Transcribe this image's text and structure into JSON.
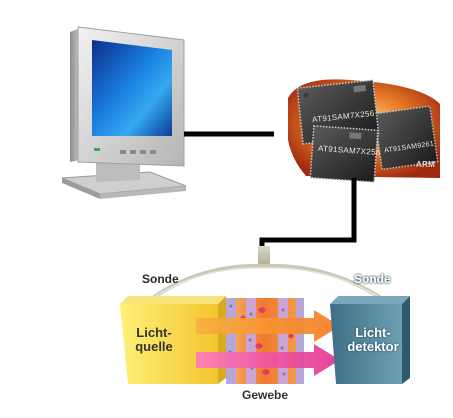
{
  "diagram": {
    "chips": {
      "chip1_text": "AT91SAM7X256",
      "chip2_text": "AT91SAM7X256",
      "chip3_text": "AT91SAM9261",
      "chip_logo": "ARM"
    },
    "probe_left_label": "Sonde",
    "probe_right_label": "Sonde",
    "light_source_label_line1": "Licht-",
    "light_source_label_line2": "quelle",
    "light_detector_label_line1": "Licht-",
    "light_detector_label_line2": "detektor",
    "tissue_label": "Gewebe",
    "colors": {
      "light_source": "#f5d33a",
      "detector": "#5b8aa0",
      "tissue": "#f08a3a",
      "arrow_orange": "#f39a2e",
      "arrow_pink": "#f05aa8",
      "cable": "#000000",
      "probe_line": "#c8c8b4"
    }
  }
}
